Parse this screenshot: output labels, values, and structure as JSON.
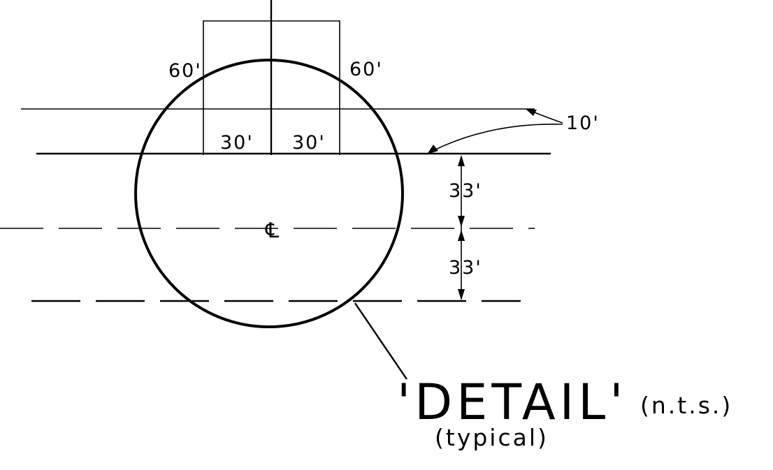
{
  "dimensions": {
    "left_60": "60'",
    "right_60": "60'",
    "left_30": "30'",
    "right_30": "30'",
    "ten": "10'",
    "upper_33": "33'",
    "lower_33": "33'"
  },
  "centerline_symbol": "℄",
  "title": {
    "main": "'DETAIL'",
    "scale_note": "(n.t.s.)",
    "subtitle": "(typical)"
  }
}
